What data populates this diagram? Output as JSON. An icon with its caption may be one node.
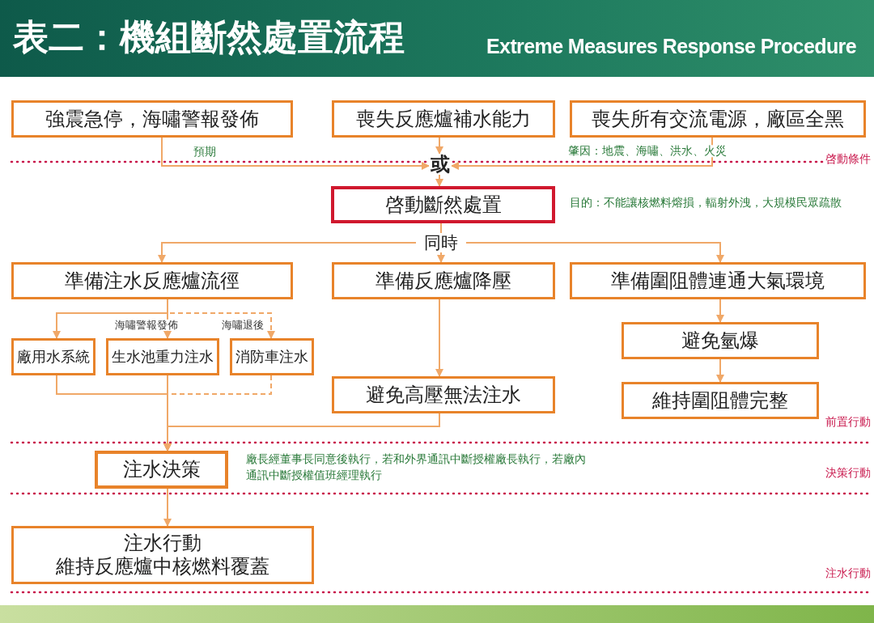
{
  "diagram": {
    "title": "表二：機組斷然處置流程",
    "nodes": [
      {
        "text": [
          "強震急停，海嘯警報發佈"
        ]
      },
      {
        "text": [
          "喪失反應爐補水能力"
        ]
      },
      {
        "text": [
          "喪失所有交流電源，廠區全黑"
        ]
      },
      {
        "text": [
          "或"
        ]
      },
      {
        "text": [
          "啓動斷然處置"
        ],
        "beside": [
          "目的：不能讓核燃料熔損，輻射外洩，大規模民眾疏散"
        ]
      },
      {
        "text": [
          "同時"
        ]
      },
      {
        "text": [
          "準備注水反應爐流徑"
        ]
      },
      {
        "text": [
          "準備反應爐降壓"
        ]
      },
      {
        "text": [
          "準備圍阻體連通大氣環境"
        ]
      },
      {
        "text": [
          "廠用水系統"
        ]
      },
      {
        "text": [
          "生水池重力注水"
        ]
      },
      {
        "text": [
          "消防車注水"
        ]
      },
      {
        "text": [
          "避免高壓無法注水"
        ]
      },
      {
        "text": [
          "避免氫爆"
        ]
      },
      {
        "text": [
          "維持圍阻體完整"
        ]
      },
      {
        "text": [
          "注水決策"
        ],
        "beside": [
          "廠長經董事長同意後執行，若和外界通訊中斷授權廠長執行，若廠內通訊中斷授權值班經理執行"
        ]
      },
      {
        "text": [
          "注水行動",
          "維持反應爐中核燃料覆蓋"
        ]
      }
    ],
    "edges": [
      {
        "from": 0,
        "to": 3,
        "arrow": "to",
        "label": "預期"
      },
      {
        "from": 1,
        "to": 3,
        "arrow": "to"
      },
      {
        "from": 2,
        "to": 3,
        "arrow": "to",
        "label": "肇因：地震、海嘯、洪水、火災"
      },
      {
        "from": 3,
        "to": 4,
        "arrow": "to"
      },
      {
        "from": 4,
        "to": 5,
        "arrow": "none"
      },
      {
        "from": 5,
        "to": 6,
        "arrow": "to"
      },
      {
        "from": 5,
        "to": 7,
        "arrow": "to"
      },
      {
        "from": 5,
        "to": 8,
        "arrow": "to"
      },
      {
        "from": 6,
        "to": 9,
        "arrow": "to",
        "label": "海嘯警報發佈"
      },
      {
        "from": 6,
        "to": 10,
        "arrow": "to"
      },
      {
        "from": 6,
        "to": 11,
        "arrow": "to",
        "label": "海嘯退後",
        "style": "dashed"
      },
      {
        "from": 7,
        "to": 12,
        "arrow": "to"
      },
      {
        "from": 8,
        "to": 13,
        "arrow": "to"
      },
      {
        "from": 13,
        "to": 14,
        "arrow": "to"
      },
      {
        "from": 9,
        "to": 15,
        "arrow": "to"
      },
      {
        "from": 10,
        "to": 15,
        "arrow": "to"
      },
      {
        "from": 11,
        "to": 15,
        "arrow": "to",
        "style": "dashed"
      },
      {
        "from": 12,
        "to": 15,
        "arrow": "to"
      },
      {
        "from": 15,
        "to": 16,
        "arrow": "to"
      }
    ],
    "labels": [
      "Extreme Measures Response Procedure",
      "啓動條件",
      "前置行動",
      "決策行動",
      "注水行動"
    ]
  }
}
